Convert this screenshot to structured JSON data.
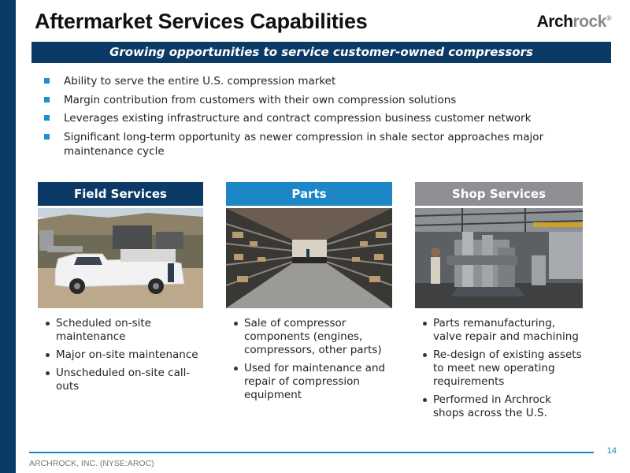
{
  "title": "Aftermarket Services Capabilities",
  "logo": {
    "part1": "Arch",
    "part2": "rock",
    "mark": "®"
  },
  "banner": "Growing opportunities to service customer-owned compressors",
  "bullets": [
    "Ability to serve the entire U.S. compression market",
    "Margin contribution from customers with their own compression solutions",
    "Leverages existing infrastructure and contract compression business customer network",
    "Significant long-term opportunity as newer compression in shale sector approaches major maintenance cycle"
  ],
  "columns": [
    {
      "heading": "Field Services",
      "color": "#0b3a66",
      "items": [
        "Scheduled on-site maintenance",
        "Major on-site maintenance",
        "Unscheduled on-site call-outs"
      ]
    },
    {
      "heading": "Parts",
      "color": "#1c86c6",
      "items": [
        "Sale of compressor components (engines, compressors, other parts)",
        "Used for maintenance and repair of compression equipment"
      ]
    },
    {
      "heading": "Shop Services",
      "color": "#8d8f92",
      "items": [
        "Parts remanufacturing, valve repair and machining",
        "Re-design of existing assets to meet new operating requirements",
        "Performed in Archrock shops across the U.S."
      ]
    }
  ],
  "footer": {
    "company": "ARCHROCK, INC. (NYSE:AROC)",
    "page": "14"
  },
  "colors": {
    "navy": "#0b3a66",
    "blue": "#1c86c6",
    "gray": "#8d8f92",
    "bullet": "#1d8fcf"
  }
}
